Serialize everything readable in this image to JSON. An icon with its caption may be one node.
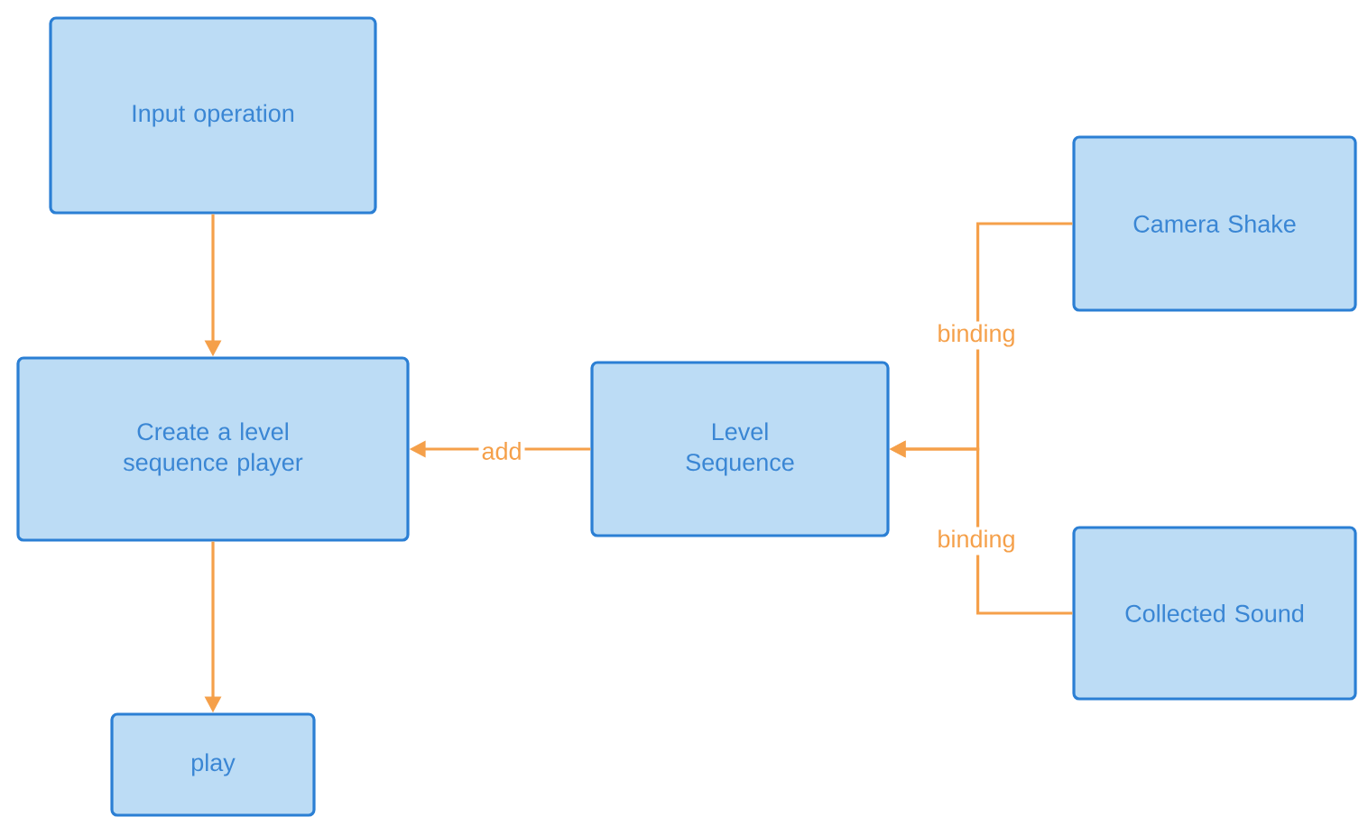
{
  "diagram": {
    "nodes": [
      {
        "text": [
          "Input operation"
        ]
      },
      {
        "text": [
          "Create a level sequence player"
        ]
      },
      {
        "text": [
          "play"
        ]
      },
      {
        "text": [
          "Level Sequence"
        ]
      },
      {
        "text": [
          "Camera Shake"
        ]
      },
      {
        "text": [
          "Collected Sound"
        ]
      }
    ],
    "edges": [
      {
        "from": 0,
        "to": 1,
        "arrow": "to"
      },
      {
        "from": 1,
        "to": 2,
        "arrow": "to"
      },
      {
        "from": 3,
        "to": 1,
        "arrow": "to",
        "label": "add"
      },
      {
        "from": 4,
        "to": 3,
        "arrow": "to",
        "label": "binding"
      },
      {
        "from": 5,
        "to": 3,
        "arrow": "to",
        "label": "binding"
      }
    ]
  }
}
